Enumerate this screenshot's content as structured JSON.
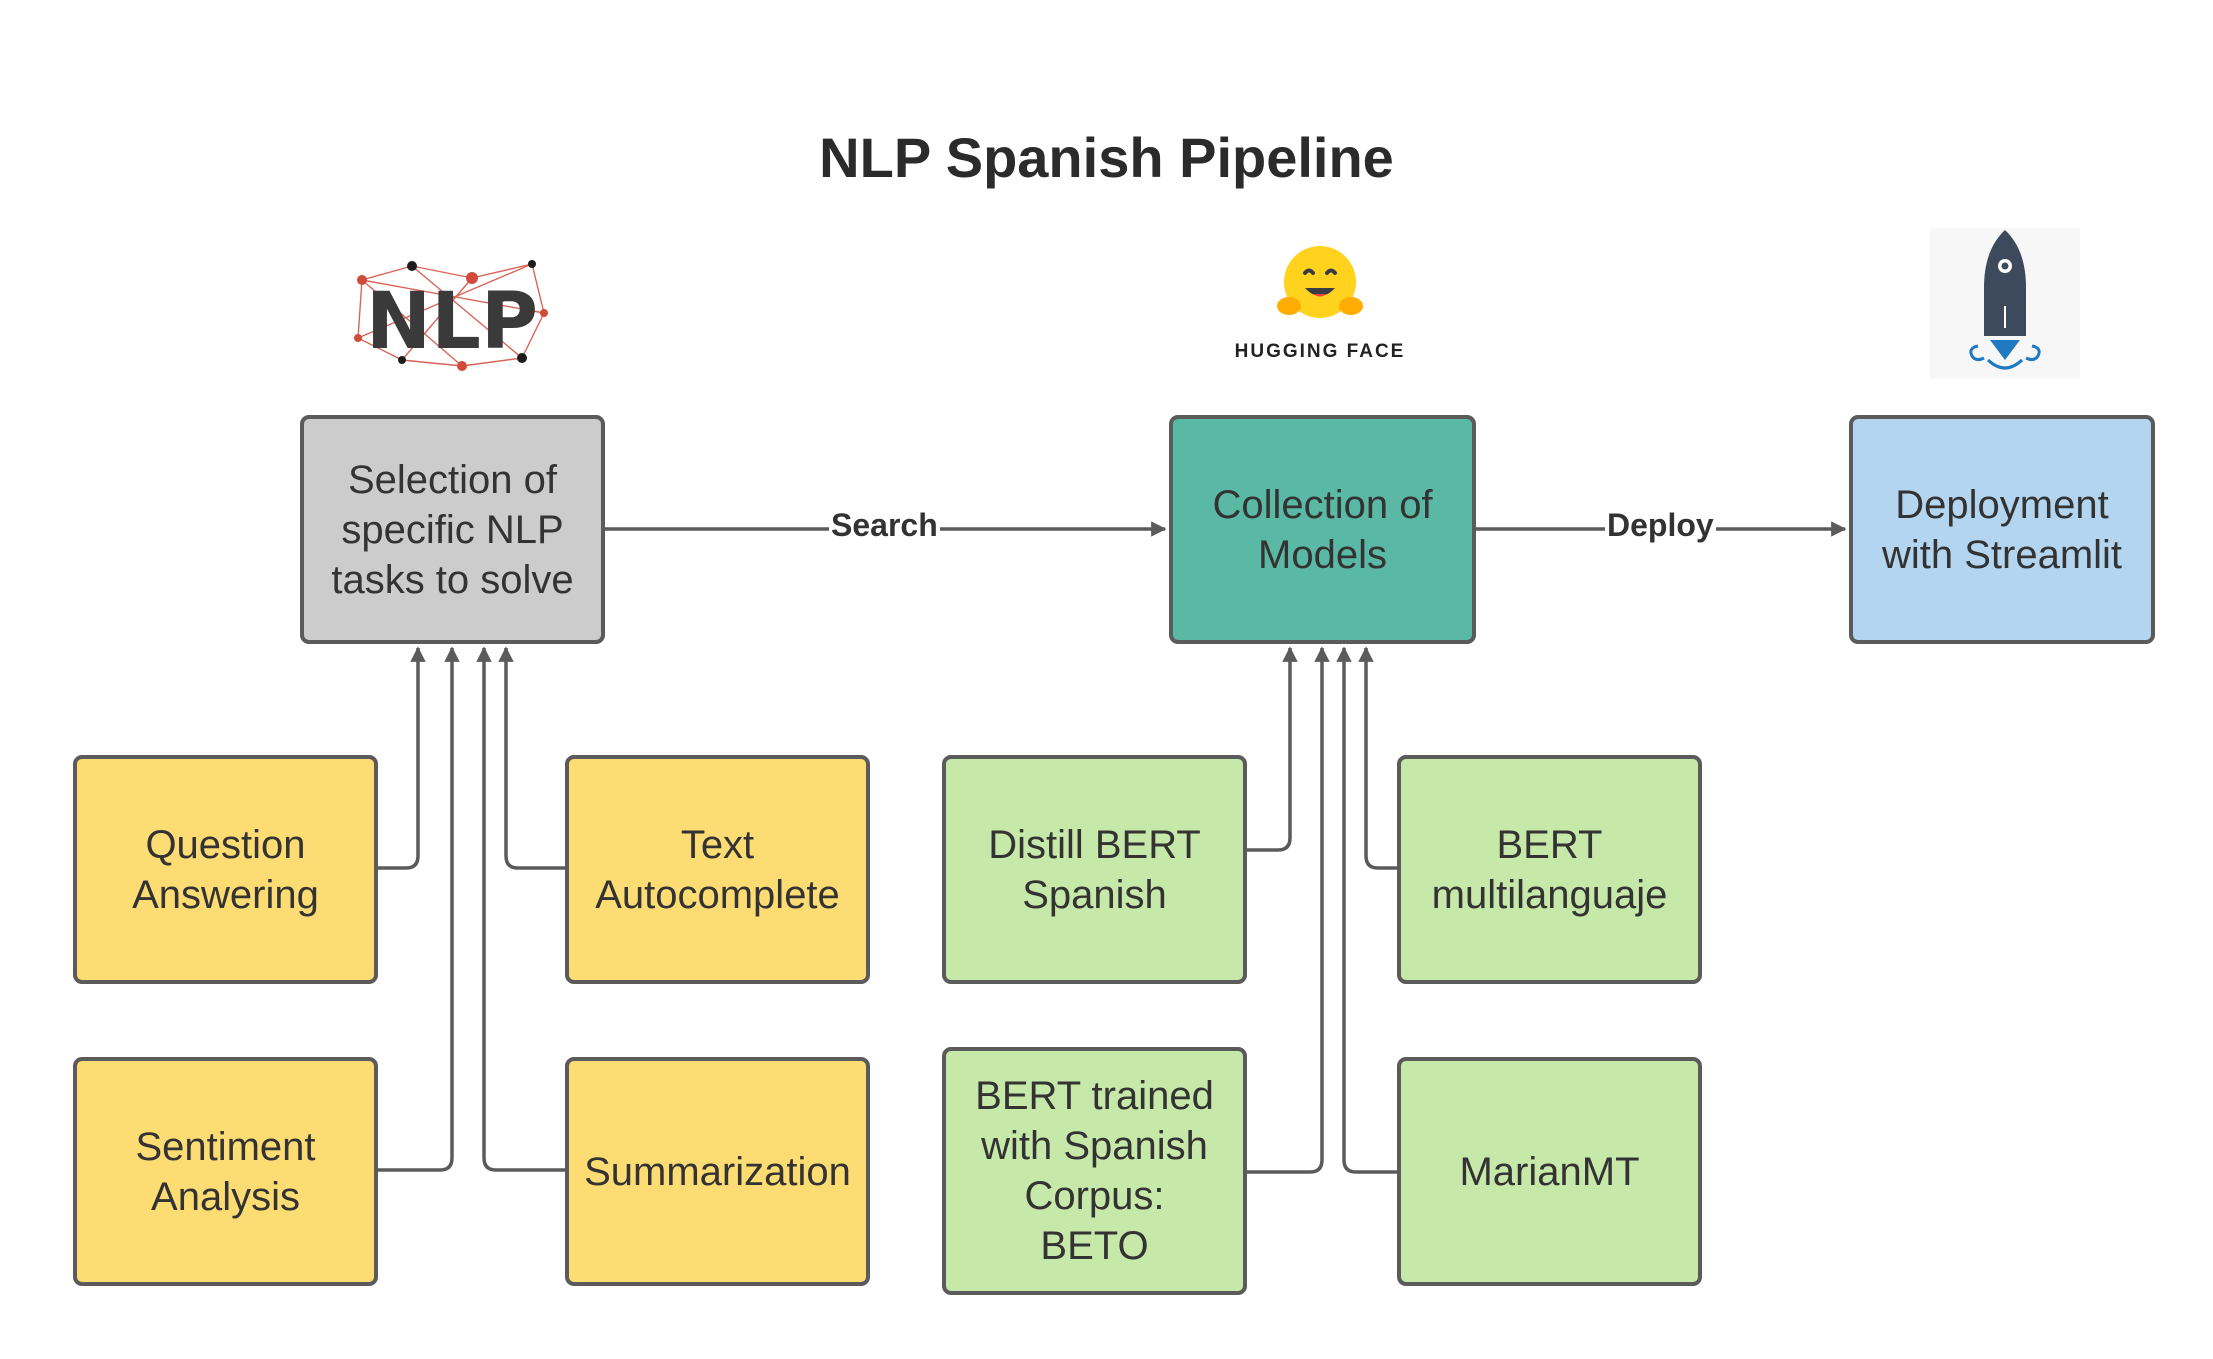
{
  "title": "NLP Spanish Pipeline",
  "logos": {
    "nlp": {
      "icon": "nlp-network-logo",
      "text": "NLP"
    },
    "huggingface": {
      "icon": "hugging-face-emoji-logo",
      "text": "HUGGING FACE"
    },
    "streamlit": {
      "icon": "rocket-logo"
    }
  },
  "nodes": {
    "selection": "Selection of\nspecific NLP\ntasks to solve",
    "collection": "Collection of\nModels",
    "deployment": "Deployment\nwith Streamlit",
    "tasks": [
      "Question\nAnswering",
      "Text\nAutocomplete",
      "Sentiment\nAnalysis",
      "Summarization"
    ],
    "models": [
      "Distill BERT\nSpanish",
      "BERT\nmultilanguaje",
      "BERT trained\nwith Spanish\nCorpus:\nBETO",
      "MarianMT"
    ]
  },
  "edges": {
    "search": "Search",
    "deploy": "Deploy"
  },
  "colors": {
    "selection_fill": "#cccccc",
    "collection_fill": "#5ab9a5",
    "deployment_fill": "#b3d5f0",
    "task_fill": "#fddd73",
    "model_fill": "#c6e8a8",
    "border": "#5b5b5b",
    "connector": "#5b5b5b"
  }
}
